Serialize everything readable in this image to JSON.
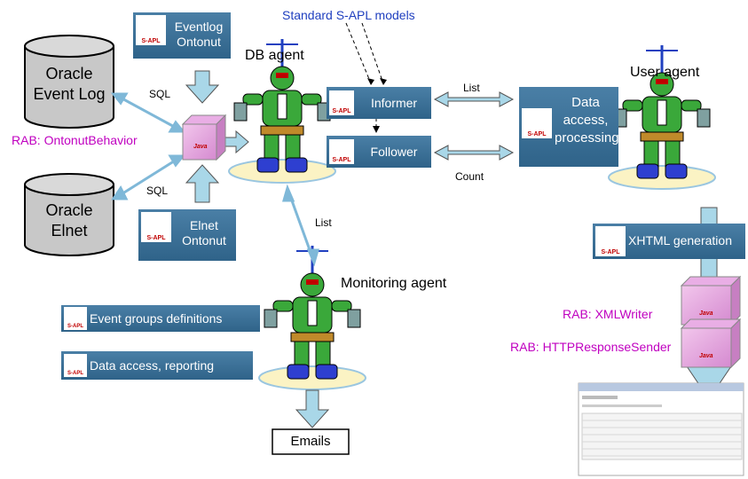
{
  "standard_models": "Standard S-APL models",
  "databases": [
    {
      "line1": "Oracle",
      "line2": "Event Log"
    },
    {
      "line1": "Oracle",
      "line2": "Elnet"
    }
  ],
  "agents": {
    "db": "DB agent",
    "user": "User agent",
    "monitoring": "Monitoring agent"
  },
  "rabs": {
    "ontonut": "RAB: OntonutBehavior",
    "xmlwriter": "RAB: XMLWriter",
    "http": "RAB: HTTPResponseSender"
  },
  "arrow_labels": {
    "sql_top": "SQL",
    "sql_bottom": "SQL",
    "list_top": "List",
    "count": "Count",
    "list_down": "List"
  },
  "cards": {
    "eventlog": {
      "line1": "Eventlog",
      "line2": "Ontonut"
    },
    "elnet": {
      "line1": "Elnet",
      "line2": "Ontonut"
    },
    "informer": "Informer",
    "follower": "Follower",
    "data_access": {
      "line1": "Data",
      "line2": "access,",
      "line3": "processing"
    },
    "xhtml": "XHTML generation",
    "event_groups": "Event groups definitions",
    "reporting": "Data access, reporting"
  },
  "logo_text": "S-APL",
  "java_text": "Java",
  "emails": "Emails",
  "colors": {
    "card": "#2f6389",
    "rab": "#c000c0",
    "blue_label": "#1f3fbf",
    "arrow": "#a9d7e8",
    "db": "#c8c8c8"
  }
}
